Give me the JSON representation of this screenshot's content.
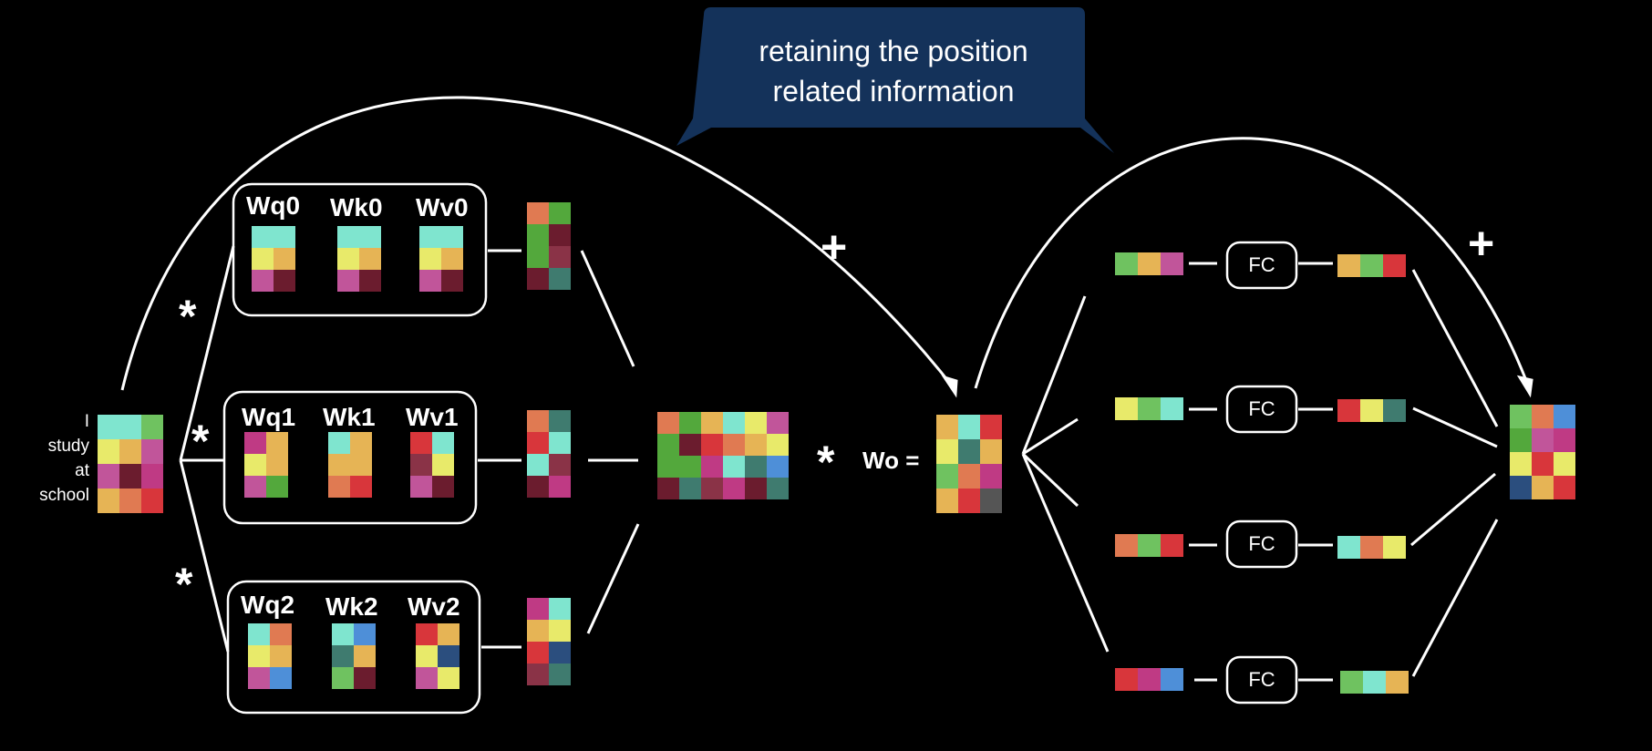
{
  "callout": {
    "line1": "retaining the position",
    "line2": "related information"
  },
  "input_words": [
    "I",
    "study",
    "at",
    "school"
  ],
  "heads": [
    {
      "weights": [
        "Wq0",
        "Wk0",
        "Wv0"
      ]
    },
    {
      "weights": [
        "Wq1",
        "Wk1",
        "Wv1"
      ]
    },
    {
      "weights": [
        "Wq2",
        "Wk2",
        "Wv2"
      ]
    }
  ],
  "operators": {
    "multiply": "*",
    "add": "+",
    "equals": "="
  },
  "output_proj_label": "Wo",
  "ffn": {
    "fc_label": "FC",
    "count": 4
  },
  "colors": {
    "background": "#000000",
    "callout_fill": "#14325a",
    "line": "#ffffff",
    "palette": {
      "a": "#7fe5cf",
      "y": "#e8ea6a",
      "o": "#e6b455",
      "m": "#c1559a",
      "d": "#6b1c2e",
      "r": "#d8363b",
      "g": "#53a83c",
      "b": "#4e8fd8",
      "t": "#3f7b6f",
      "p": "#bf3a84",
      "k": "#8a3347",
      "n": "#2b4e7e",
      "c": "#e07a52",
      "e": "#6fc260"
    }
  }
}
